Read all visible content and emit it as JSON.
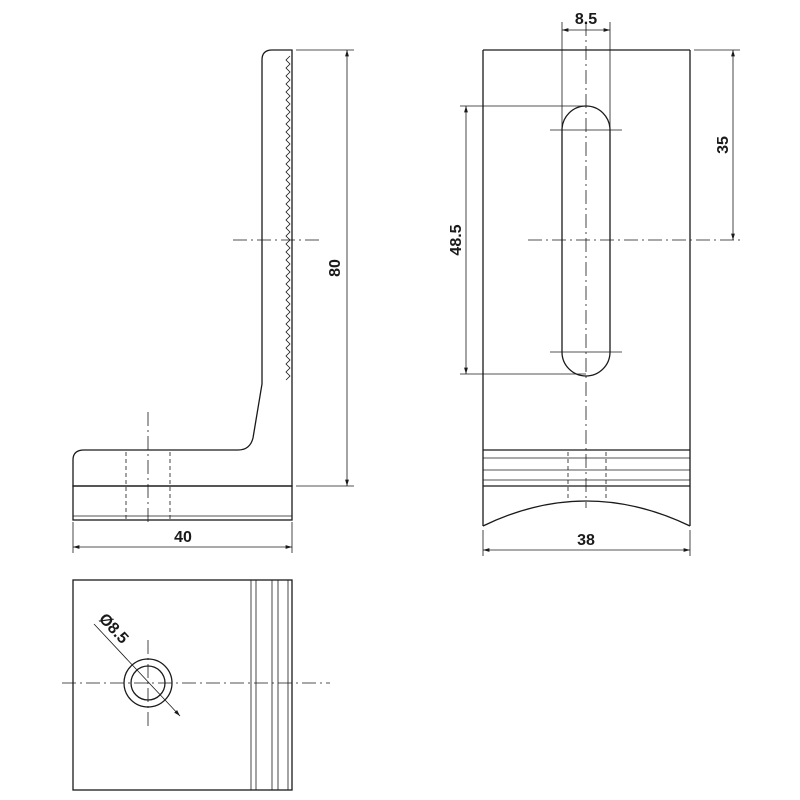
{
  "dimensions": {
    "side_height": "80",
    "side_width": "40",
    "slot_width": "8.5",
    "slot_length": "48.5",
    "slot_center_offset": "35",
    "front_width": "38",
    "hole_diameter": "Ø8.5"
  }
}
